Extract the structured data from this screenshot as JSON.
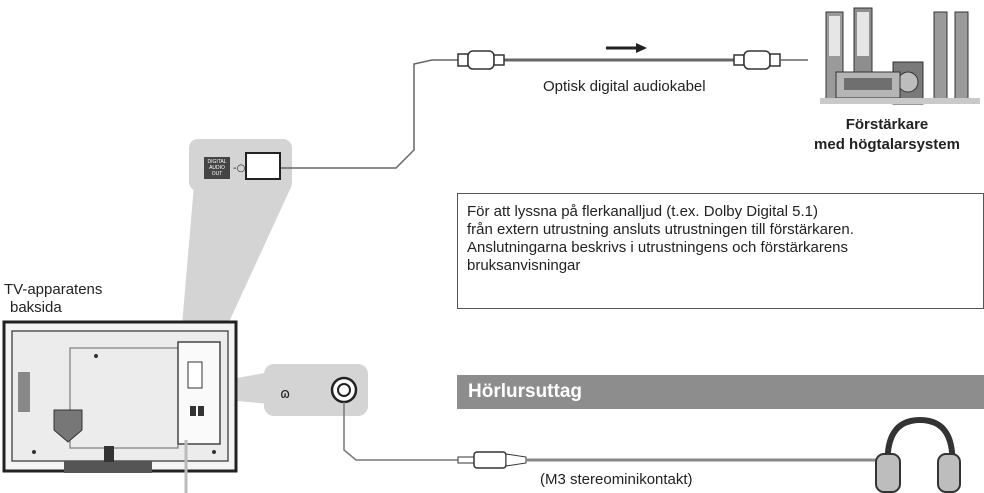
{
  "labels": {
    "cable_label": "Optisk digital audiokabel",
    "amp_line1": "Förstärkare",
    "amp_line2": "med högtalarsystem",
    "tv_line1": "TV-apparatens",
    "tv_line2": "baksida",
    "minijack_label": "(M3 stereominikontakt)",
    "port_text": "DIGITAL AUDIO OUT"
  },
  "note": {
    "lines": [
      "För att lyssna på flerkanalljud (t.ex. Dolby Digital 5.1)",
      "från extern utrustning ansluts utrustningen till förstärkaren.",
      "Anslutningarna beskrivs i utrustningens och förstärkarens",
      "bruksanvisningar"
    ]
  },
  "section": {
    "title": "Hörlursuttag"
  },
  "colors": {
    "callout_gray": "#d4d4d4",
    "section_bar": "#8d8d8d",
    "line": "#555555"
  },
  "icons": {
    "arrow": "right-arrow-icon",
    "headphone": "headphone-icon"
  }
}
